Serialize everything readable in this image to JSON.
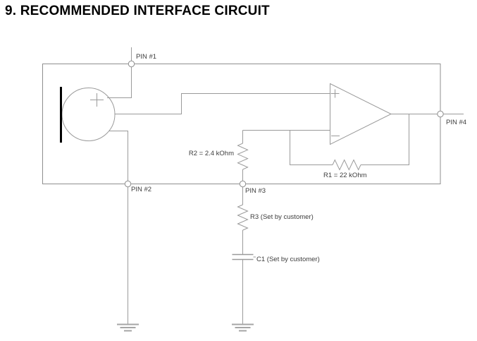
{
  "title": "9. RECOMMENDED INTERFACE CIRCUIT",
  "labels": {
    "pin1": "PIN #1",
    "pin2": "PIN #2",
    "pin3": "PIN #3",
    "pin4": "PIN #4",
    "r1": "R1 = 22 kOhm",
    "r2": "R2 = 2.4 kOhm",
    "r3": "R3 (Set by customer)",
    "c1": "C1 (Set by customer)"
  },
  "colors": {
    "wire": "#9a9a9a",
    "component_outline": "#8e8e8e",
    "mic_plate": "#000000",
    "label_text": "#3d3d3d",
    "title_text": "#000000",
    "background": "#ffffff"
  }
}
